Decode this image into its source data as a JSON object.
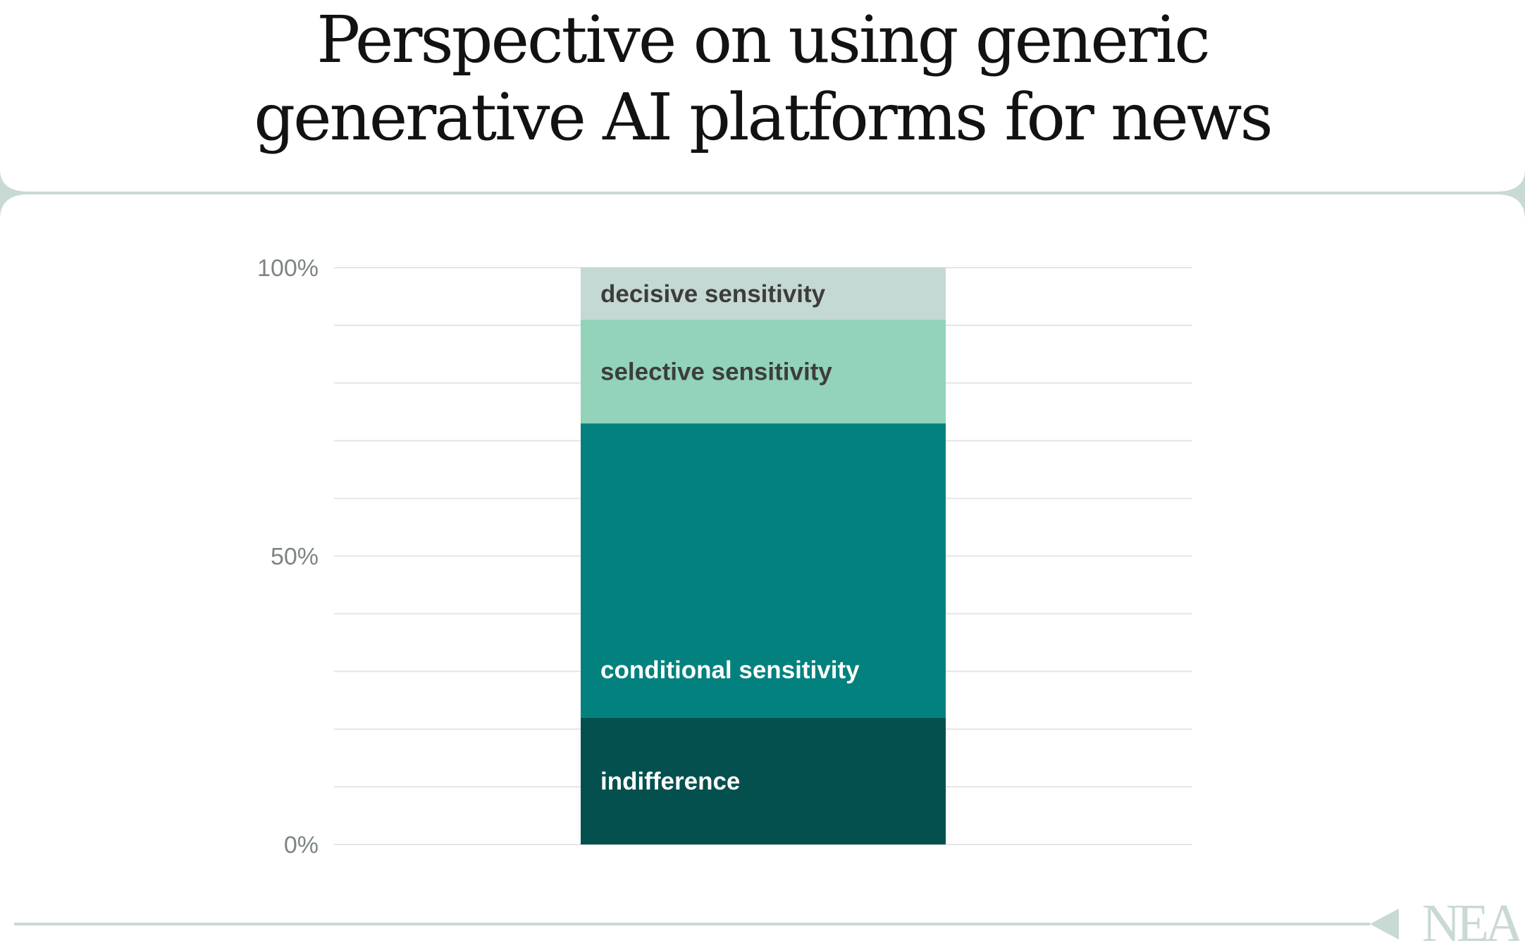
{
  "title_lines": [
    "Perspective on using generic",
    "generative AI platforms for news"
  ],
  "logo_text": "NEA",
  "colors": {
    "frame": "#c9d9d5",
    "grid": "#e3e6e5",
    "tick_text": "#7d8584",
    "indifference": "#03504f",
    "conditional_sensitivity": "#02817e",
    "selective_sensitivity": "#92d3ba",
    "decisive_sensitivity": "#c5d9d4"
  },
  "chart_data": {
    "type": "bar",
    "stacked": true,
    "categories": [
      ""
    ],
    "ylim": [
      0,
      100
    ],
    "y_unit": "%",
    "y_ticks": [
      {
        "value": 0,
        "label": "0%"
      },
      {
        "value": 50,
        "label": "50%"
      },
      {
        "value": 100,
        "label": "100%"
      }
    ],
    "gridlines": [
      0,
      10,
      20,
      30,
      40,
      50,
      60,
      70,
      80,
      90,
      100
    ],
    "grid": true,
    "legend": "inline labels",
    "series": [
      {
        "name": "indifference",
        "values": [
          22
        ],
        "color": "#03504f",
        "label_color": "#ffffff"
      },
      {
        "name": "conditional sensitivity",
        "values": [
          51
        ],
        "color": "#02817e",
        "label_color": "#ffffff"
      },
      {
        "name": "selective sensitivity",
        "values": [
          18
        ],
        "color": "#92d3ba",
        "label_color": "#3d3d3d"
      },
      {
        "name": "decisive sensitivity",
        "values": [
          9
        ],
        "color": "#c5d9d4",
        "label_color": "#3d3d3d"
      }
    ]
  }
}
